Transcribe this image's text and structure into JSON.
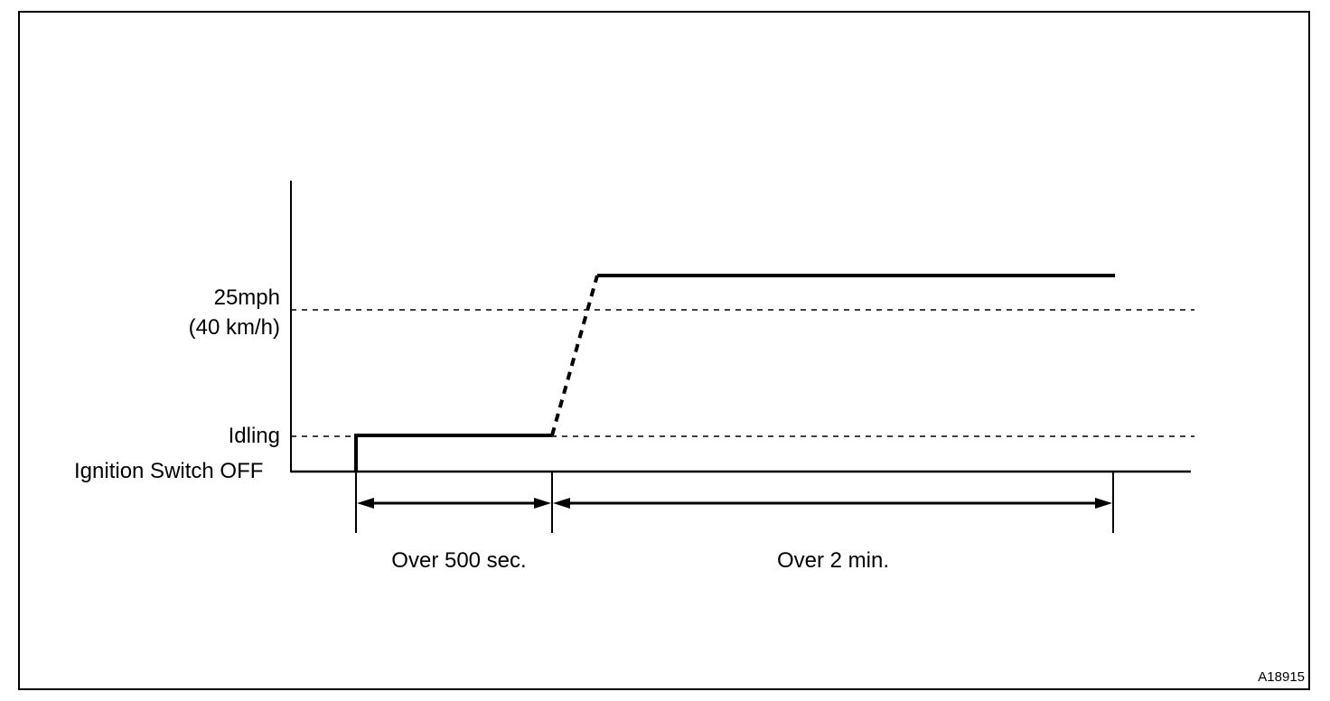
{
  "diagram": {
    "y_labels": {
      "speed_line1": "25mph",
      "speed_line2": "(40 km/h)",
      "idling": "Idling",
      "ignition_off": "Ignition Switch OFF"
    },
    "intervals": {
      "first": "Over 500 sec.",
      "second": "Over 2 min."
    },
    "figure_code": "A18915",
    "colors": {
      "line": "#000000",
      "background": "#ffffff"
    }
  }
}
